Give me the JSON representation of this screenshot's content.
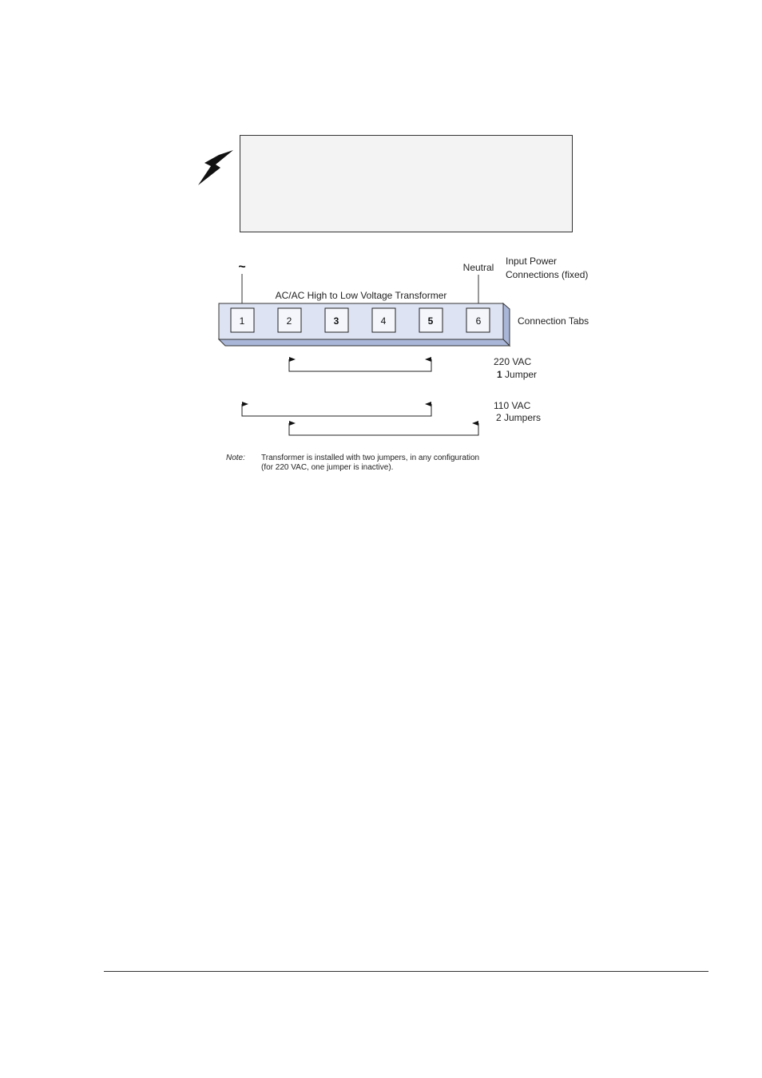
{
  "warning": {
    "icon": "lightning-bolt-icon",
    "box_fill": "#f3f3f3"
  },
  "diagram": {
    "tilde": "~",
    "neutral_label": "Neutral",
    "input_power_line1": "Input Power",
    "input_power_line2": "Connections (fixed)",
    "transformer_title": "AC/AC High to Low Voltage Transformer",
    "connection_tabs_label": "Connection Tabs",
    "tabs": [
      {
        "label": "1",
        "bold": false
      },
      {
        "label": "2",
        "bold": false
      },
      {
        "label": "3",
        "bold": true
      },
      {
        "label": "4",
        "bold": false
      },
      {
        "label": "5",
        "bold": true
      },
      {
        "label": "6",
        "bold": false
      }
    ],
    "config_220": {
      "voltage": "220 VAC",
      "jumpers_num": "1",
      "jumpers_text": "Jumper"
    },
    "config_110": {
      "voltage": "110 VAC",
      "jumpers_text": "2 Jumpers"
    },
    "note_label": "Note:",
    "note_line1": "Transformer is installed with two jumpers, in any configuration",
    "note_line2": "(for 220 VAC, one jumper is inactive).",
    "colors": {
      "bar_face": "#dde3f3",
      "bar_side": "#a9b6d8",
      "outline": "#333333"
    }
  }
}
